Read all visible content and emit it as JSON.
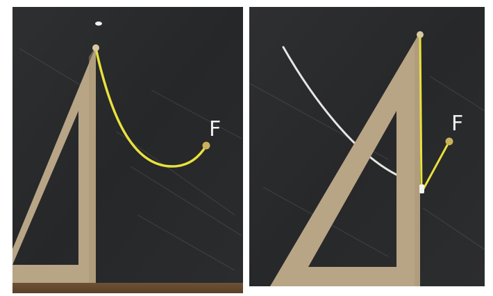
{
  "panels": [
    {
      "id": "left",
      "point_label": "F",
      "curve_color": "#e9e13d",
      "set_square_color": "#b8a586",
      "board_color": "#2a2b2d"
    },
    {
      "id": "right",
      "point_label": "F",
      "curve_color": "#e9e13d",
      "previous_curve_color": "#e6e6e2",
      "set_square_color": "#b8a586",
      "board_color": "#2b2c2e"
    }
  ]
}
